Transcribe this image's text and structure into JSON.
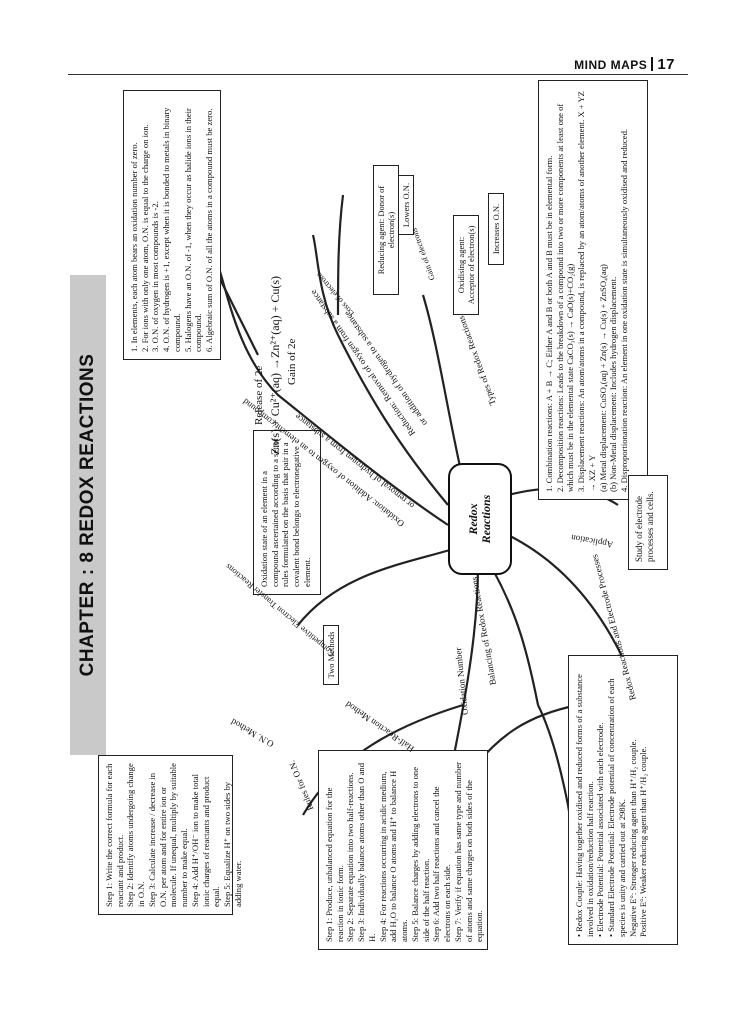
{
  "header": {
    "section": "MIND MAPS",
    "page_number": "17"
  },
  "title": "CHAPTER : 8 REDOX REACTIONS",
  "center": {
    "line1": "Redox",
    "line2": "Reactions"
  },
  "branches": {
    "rules_on": "Rules for O.N.",
    "oxidation_number": "Oxidation Number",
    "competitive": "Competitive Electron Transfer Reactions",
    "oxidation_def": "Oxidation: Addition of oxygen to an element/compound",
    "oxidation_def2": "or removal of hydrogen from a substance",
    "reduction_def": "Reduction: Removal of oxygen from a substance",
    "reduction_def2": "or addition of hydrogen to a substance",
    "loss_electrons": "Loss of electrons",
    "gain_electrons": "Gain of electrons",
    "types": "Types of Redox Reactions",
    "application": "Application",
    "balancing": "Balancing of Redox Reactions",
    "on_method": "O.N. Method",
    "half_reaction": "Half-Reaction Method",
    "redox_electrode": "Redox Reactions and Electrode Processes"
  },
  "rules_box": [
    "1. In elements, each atom bears an oxidation number of zero.",
    "2. For ions with only one atom, O.N. is equal to the charge on ion.",
    "3. O.N. of oxygen in most compounds is -2.",
    "4. O.N. of hydrogen is +1, except when it is bonded to metals in binary compound.",
    "5. Halogens have an O.N. of -1, when they occur as halide ions in their compound.",
    "6. Algebraic sum of O.N. of all the atoms in a compound must be zero."
  ],
  "on_definition": "Oxidation state of an element in a compound ascertained according to a set of rules formulated on the basis that pair in a covalent bond belongs to electronegative element.",
  "equation": {
    "release": "Release of 2e",
    "reaction": "Zn(s) + Cu²⁺(aq) →Zn²⁺(aq) + Cu(s)",
    "gain": "Gain of 2e"
  },
  "reducing_agent": "Reducing agent: Donor of electron(s)",
  "lowers_on": "Lowers O.N.",
  "oxidising_agent": "Oxidising agent: Acceptor of electron(s)",
  "increases_on": "Increases O.N.",
  "types_box": [
    "1. Combination reactions: A + B → C; Either A and B or both A and B must be in elemental form.",
    "2. Decomposition reactions: Leads to the breakdown of a compound into two or more components at least one of which must be in the elemental state CaCO₃(s) → CaO(s)+CO₂(g)",
    "3. Displacement reactions: An atom/atoms in a compound, is replaced by an atom/atoms of another element. X + YZ → XZ + Y",
    "(a) Metal displacement: CuSO₄(aq) + Zn(s) → Cu(s) + ZnSO₄(aq)",
    "(b) Non-Metal displacement: Includes hydrogen displacement.",
    "4. Disproportionation reaction: An element in one oxidation state is simultaneously oxidised and reduced."
  ],
  "application_box": "Study of electrode processes and cells.",
  "two_methods": "Two Methods",
  "on_method_box": [
    "Step 1: Write the correct formula for each reactant and product.",
    "Step 2: Identify atoms undergoing change in O.N.",
    "Step 3: Calculate increase / decrease in O.N. per atom and for entire ion or molecule. If unequal, multiply by suitable number to make equal.",
    "Step 4: Add H⁺/OH⁻ ion to make total ionic charges of reactants and product equal.",
    "Step 5: Equalize H⁺ on two sides by adding water."
  ],
  "half_reaction_box": [
    "Step 1: Produce, unbalanced equation for the reaction in ionic form.",
    "Step 2: Separate equation into two half-reactions.",
    "Step 3: Individually balance atoms other than O and H.",
    "Step 4: For reactions occurring in acidic medium, add H₂O to balance O atoms and H⁺ to balance H atoms.",
    "Step 5: Balance charges by adding electrons to one side of the half reaction.",
    "Step 6: Add two half reactions and cancel the electrons on each side.",
    "Step 7: Verify if equation has same type and number of atoms and same charges on both sides of the equation."
  ],
  "electrode_box": [
    "• Redox Couple: Having together oxidised and reduced forms of a substance involved in oxidation/reduction half reaction.",
    "• Electrode Potential: Potential associated with each electrode.",
    "• Standard Electrode Potential: Electrode potential of concentration of each species is unity and carried out at 298K.",
    "Negative E°: Stronger reducing agent than H⁺/H₂ couple.",
    "Positive E°: Weaker reducing agent than H⁺/H₂ couple."
  ]
}
